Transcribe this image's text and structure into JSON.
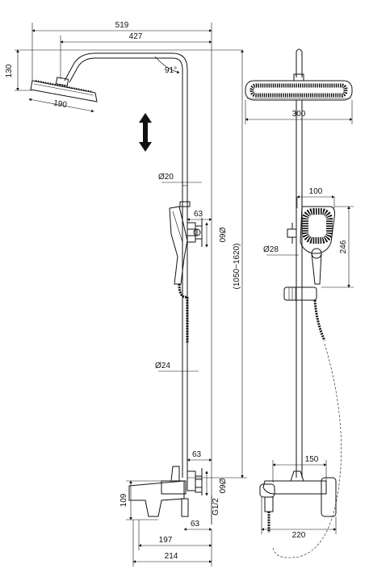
{
  "dimensions": {
    "total_width": "519",
    "arm_width": "427",
    "head_height": "130",
    "head_diameter": "190",
    "arm_angle": "91°",
    "pipe_diameter_top": "Ø20",
    "bracket_offset_top": "63",
    "bracket_diameter_top": "Ø60",
    "total_height_range": "(1050~1620)",
    "pipe_diameter_lower": "Ø24",
    "bracket_offset_bottom": "63",
    "bracket_diameter_bottom": "Ø60",
    "mixer_height": "109",
    "thread": "G1/2",
    "inlet_offset": "63",
    "spout_reach": "197",
    "mixer_depth": "214",
    "front_head_width": "300",
    "hand_shower_width": "100",
    "hand_shower_holder": "Ø28",
    "hand_shower_height": "246",
    "mixer_center_distance": "150",
    "mixer_width_front": "220"
  }
}
